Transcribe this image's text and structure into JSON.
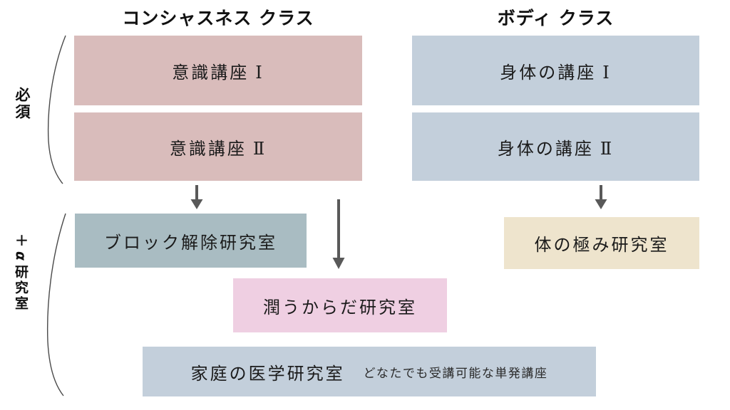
{
  "headings": {
    "consciousness": "コンシャスネス クラス",
    "body": "ボディ クラス"
  },
  "side_groups": [
    {
      "id": "required",
      "label": "必須"
    },
    {
      "id": "optional",
      "label_prefix": "＋",
      "label_alpha": "α",
      "label_suffix": "研究室",
      "label_full": "＋α研究室"
    }
  ],
  "columns": {
    "consciousness": {
      "courses": [
        {
          "label": "意識講座 Ⅰ",
          "color": "#d9bcbb"
        },
        {
          "label": "意識講座 Ⅱ",
          "color": "#d9bcbb"
        }
      ]
    },
    "body": {
      "courses": [
        {
          "label": "身体の講座 Ⅰ",
          "color": "#c3cfdb"
        },
        {
          "label": "身体の講座 Ⅱ",
          "color": "#c3cfdb"
        }
      ]
    }
  },
  "labs": [
    {
      "id": "block",
      "label": "ブロック解除研究室",
      "color": "#a9bcc2"
    },
    {
      "id": "kiwami",
      "label": "体の極み研究室",
      "color": "#eee4cd"
    },
    {
      "id": "uruou",
      "label": "潤うからだ研究室",
      "color": "#efcfe2"
    },
    {
      "id": "katei",
      "label": "家庭の医学研究室",
      "note": "どなたでも受講可能な単発講座",
      "color": "#c3cfdb"
    }
  ],
  "arrows": {
    "color": "#595959",
    "items": [
      {
        "id": "consciousness-short",
        "from": "意識講座 Ⅱ",
        "to": "ブロック解除研究室"
      },
      {
        "id": "consciousness-long",
        "from": "意識講座 Ⅱ",
        "to": "潤うからだ研究室"
      },
      {
        "id": "body-short",
        "from": "身体の講座 Ⅱ",
        "to": "体の極み研究室"
      }
    ]
  },
  "colors": {
    "background": "#ffffff",
    "pink": "#d9bcbb",
    "blue": "#c3cfdb",
    "slate": "#a9bcc2",
    "beige": "#eee4cd",
    "magenta": "#efcfe2",
    "text": "#1b1b1b",
    "arrow": "#595959",
    "brace": "#4a4a4a"
  }
}
